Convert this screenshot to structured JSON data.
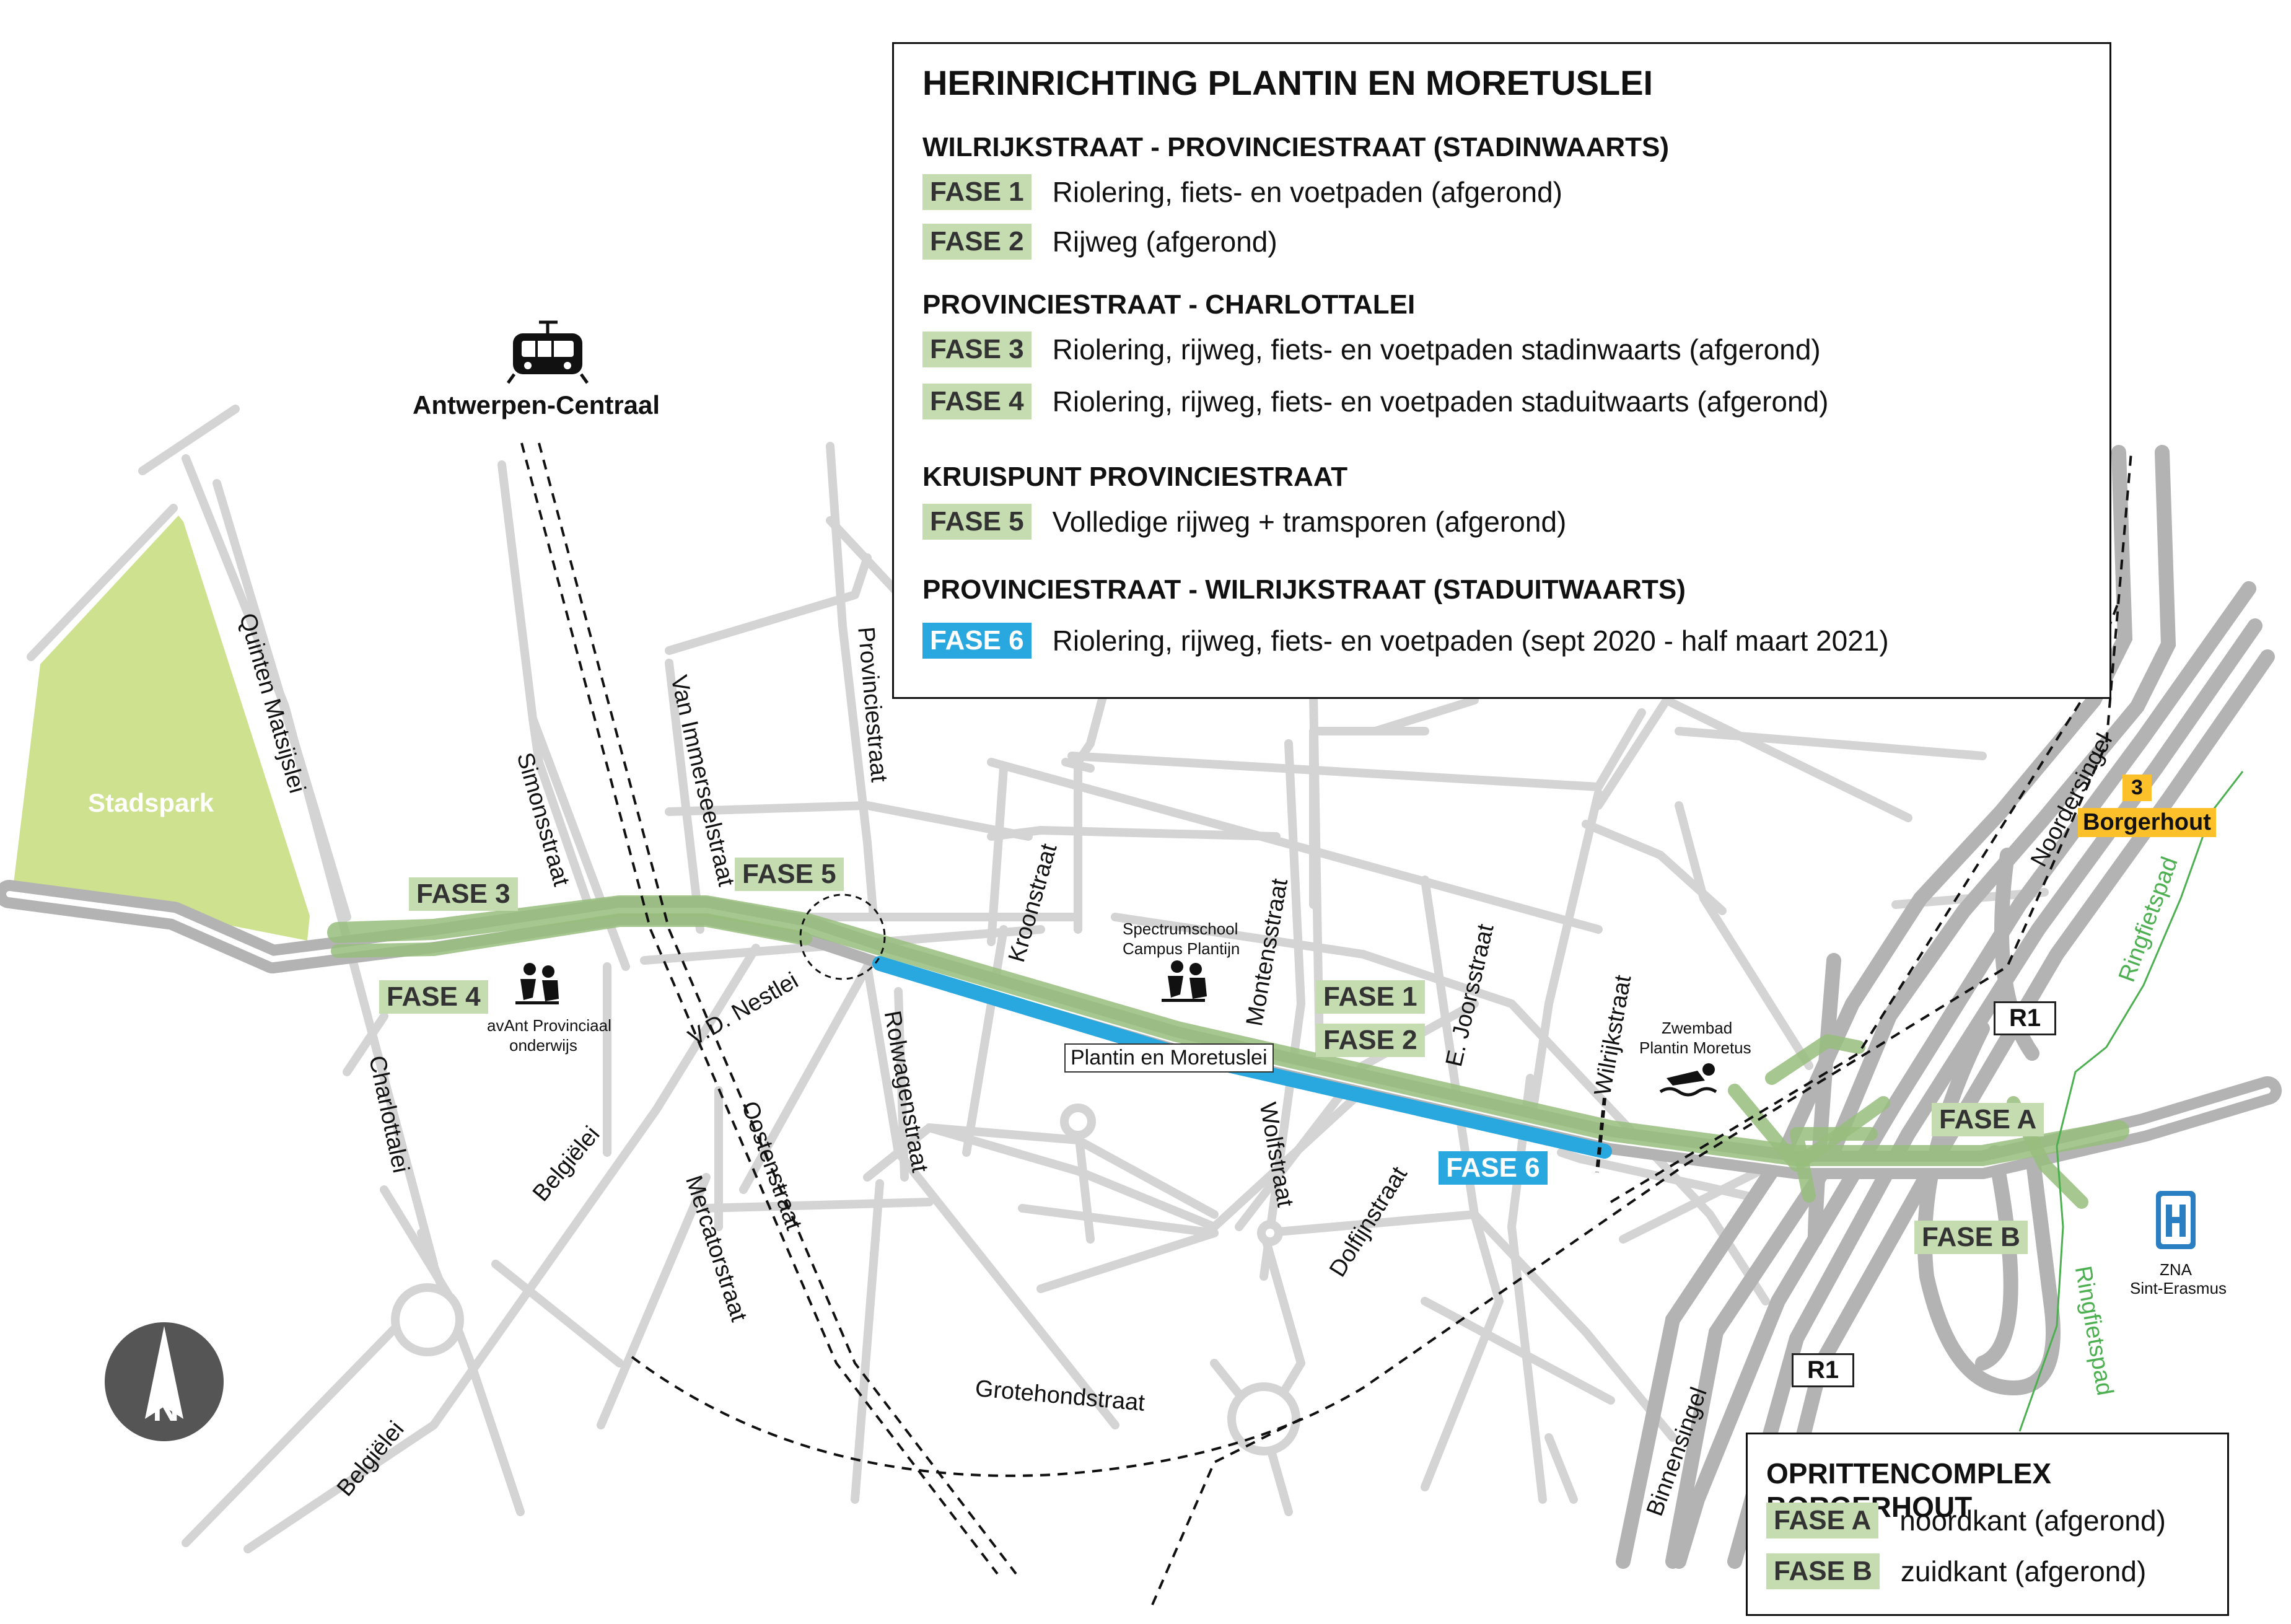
{
  "legend": {
    "title": "HERINRICHTING PLANTIN EN MORETUSLEI",
    "sections": [
      {
        "heading": "WILRIJKSTRAAT - PROVINCIESTRAAT (STADINWAARTS)",
        "rows": [
          {
            "badge": "FASE 1",
            "text": "Riolering, fiets- en voetpaden (afgerond)",
            "color": "green"
          },
          {
            "badge": "FASE 2",
            "text": "Rijweg (afgerond)",
            "color": "green"
          }
        ]
      },
      {
        "heading": "PROVINCIESTRAAT - CHARLOTTALEI",
        "rows": [
          {
            "badge": "FASE 3",
            "text": "Riolering, rijweg, fiets- en voetpaden stadinwaarts (afgerond)",
            "color": "green"
          },
          {
            "badge": "FASE 4",
            "text": "Riolering, rijweg, fiets- en voetpaden staduitwaarts (afgerond)",
            "color": "green"
          }
        ]
      },
      {
        "heading": "KRUISPUNT PROVINCIESTRAAT",
        "rows": [
          {
            "badge": "FASE 5",
            "text": "Volledige rijweg + tramsporen (afgerond)",
            "color": "green"
          }
        ]
      },
      {
        "heading": "PROVINCIESTRAAT - WILRIJKSTRAAT (STADUITWAARTS)",
        "rows": [
          {
            "badge": "FASE 6",
            "text": "Riolering, rijweg, fiets- en voetpaden (sept 2020 - half maart 2021)",
            "color": "blue"
          }
        ]
      }
    ]
  },
  "legend2": {
    "title": "OPRITTENCOMPLEX BORGERHOUT",
    "rows": [
      {
        "badge": "FASE A",
        "text": "noordkant (afgerond)"
      },
      {
        "badge": "FASE B",
        "text": "zuidkant (afgerond)"
      }
    ]
  },
  "map_labels": {
    "station": "Antwerpen-Centraal",
    "park": "Stadspark",
    "main_road": "Plantin en Moretuslei",
    "school1_line1": "Spectrumschool",
    "school1_line2": "Campus Plantijn",
    "school2_line1": "avAnt Provinciaal",
    "school2_line2": "onderwijs",
    "pool_line1": "Zwembad",
    "pool_line2": "Plantin Moretus",
    "hospital_line1": "ZNA",
    "hospital_line2": "Sint-Erasmus",
    "borgerhout_num": "3",
    "borgerhout": "Borgerhout",
    "r1_a": "R1",
    "r1_b": "R1",
    "north": "N"
  },
  "phase_tags": {
    "fase1": "FASE 1",
    "fase2": "FASE 2",
    "fase3": "FASE 3",
    "fase4": "FASE 4",
    "fase5": "FASE 5",
    "fase6": "FASE 6",
    "faseA": "FASE A",
    "faseB": "FASE B"
  },
  "streets": {
    "quinten": "Quinten Matsijslei",
    "simons": "Simonsstraat",
    "vanimmer": "Van Immerseelstraat",
    "provincie": "Provinciestraat",
    "kroon": "Kroonstraat",
    "montens": "Montensstraat",
    "joors": "E. Joorsstraat",
    "wilrijk": "Wilrijkstraat",
    "noordersingel": "Noordersingel",
    "ringfietspad1": "Ringfietspad",
    "ringfietspad2": "Ringfietspad",
    "charlotta": "Charlottalei",
    "nestlei": "V.D. Nestlei",
    "belgielei1": "Belgiëlei",
    "belgielei2": "Belgiëlei",
    "oostens": "Oostenstraat",
    "mercator": "Mercatorstraat",
    "rolwagen": "Rolwagenstraat",
    "wolf": "Wolfstraat",
    "dolfijn": "Dolfijnstraat",
    "grotehond": "Grotehondstraat",
    "binnensingel": "Binnensingel"
  },
  "colors": {
    "phase_green": "#c5dcb0",
    "phase_blue": "#29a8e0",
    "park_green": "#cde18f",
    "road_gray": "#d2d2d2",
    "ring_green": "#4caf50"
  }
}
